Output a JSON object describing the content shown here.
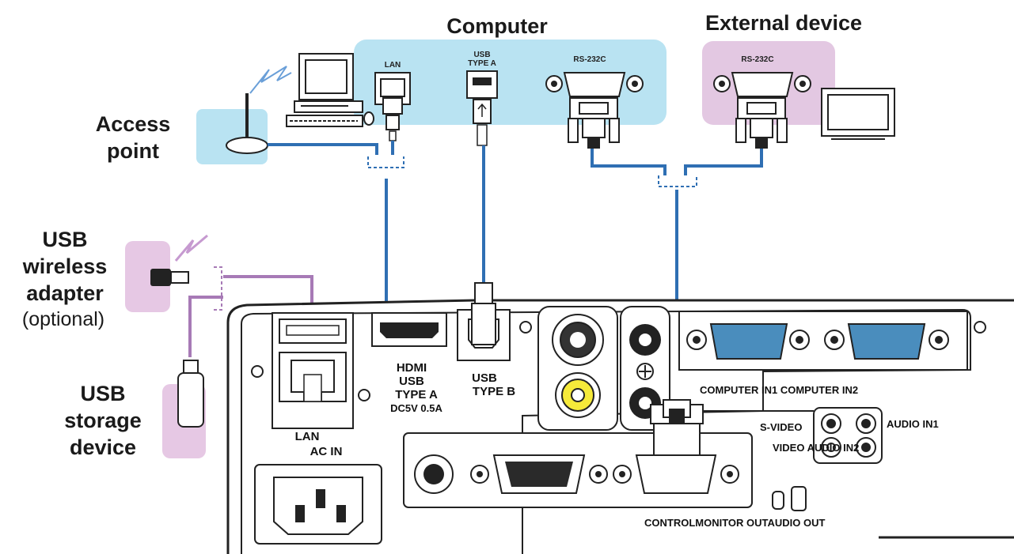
{
  "labels": {
    "computer": "Computer",
    "external_device": "External device",
    "access_point_l1": "Access",
    "access_point_l2": "point",
    "usb_wireless_l1": "USB",
    "usb_wireless_l2": "wireless",
    "usb_wireless_l3": "adapter",
    "usb_wireless_l4": "(optional)",
    "usb_storage_l1": "USB",
    "usb_storage_l2": "storage",
    "usb_storage_l3": "device"
  },
  "computer_ports": {
    "lan": "LAN",
    "usb_l1": "USB",
    "usb_l2": "TYPE A",
    "rs232c": "RS-232C"
  },
  "external_ports": {
    "rs232c": "RS-232C"
  },
  "projector_ports": {
    "hdmi": "HDMI",
    "usb_a_l1": "USB",
    "usb_a_l2": "TYPE A",
    "usb_a_l3": "DC5V 0.5A",
    "usb_b_l1": "USB",
    "usb_b_l2": "TYPE B",
    "lan": "LAN",
    "ac_in": "AC IN",
    "computer_in": "COMPUTER IN1 COMPUTER IN2",
    "s_video": "S-VIDEO",
    "audio_in1": "AUDIO IN1",
    "video_audio_in2": "VIDEO AUDIO IN2",
    "bottom_row": "CONTROLMONITOR OUTAUDIO OUT"
  },
  "colors": {
    "computer_panel": "#b9e3f2",
    "external_panel": "#e3c8e2",
    "usb_panel": "#e6c8e4",
    "blue_cable": "#2f6fb3",
    "purple_cable": "#a77ab6",
    "vga_blue": "#4a8dbd",
    "rca_yellow": "#f6ea3a"
  }
}
